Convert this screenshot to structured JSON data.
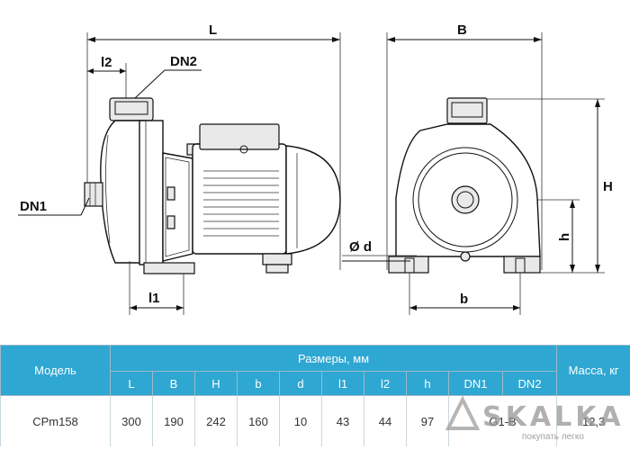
{
  "drawing": {
    "labels": {
      "L": "L",
      "l2": "l2",
      "DN2": "DN2",
      "DN1": "DN1",
      "l1": "l1",
      "B": "B",
      "H": "H",
      "h": "h",
      "d": "Ø d",
      "b": "b"
    }
  },
  "table": {
    "model_header": "Модель",
    "dims_header": "Размеры, мм",
    "mass_header": "Масса, кг",
    "columns": [
      "L",
      "B",
      "H",
      "b",
      "d",
      "l1",
      "l2",
      "h",
      "DN1",
      "DN2"
    ],
    "rows": [
      {
        "model": "CPm158",
        "values": [
          "300",
          "190",
          "242",
          "160",
          "10",
          "43",
          "44",
          "97"
        ],
        "connection": "G1-B",
        "mass": "12,3"
      }
    ]
  },
  "watermark": {
    "brand": "SKALKA",
    "tagline": "покупать легко"
  }
}
